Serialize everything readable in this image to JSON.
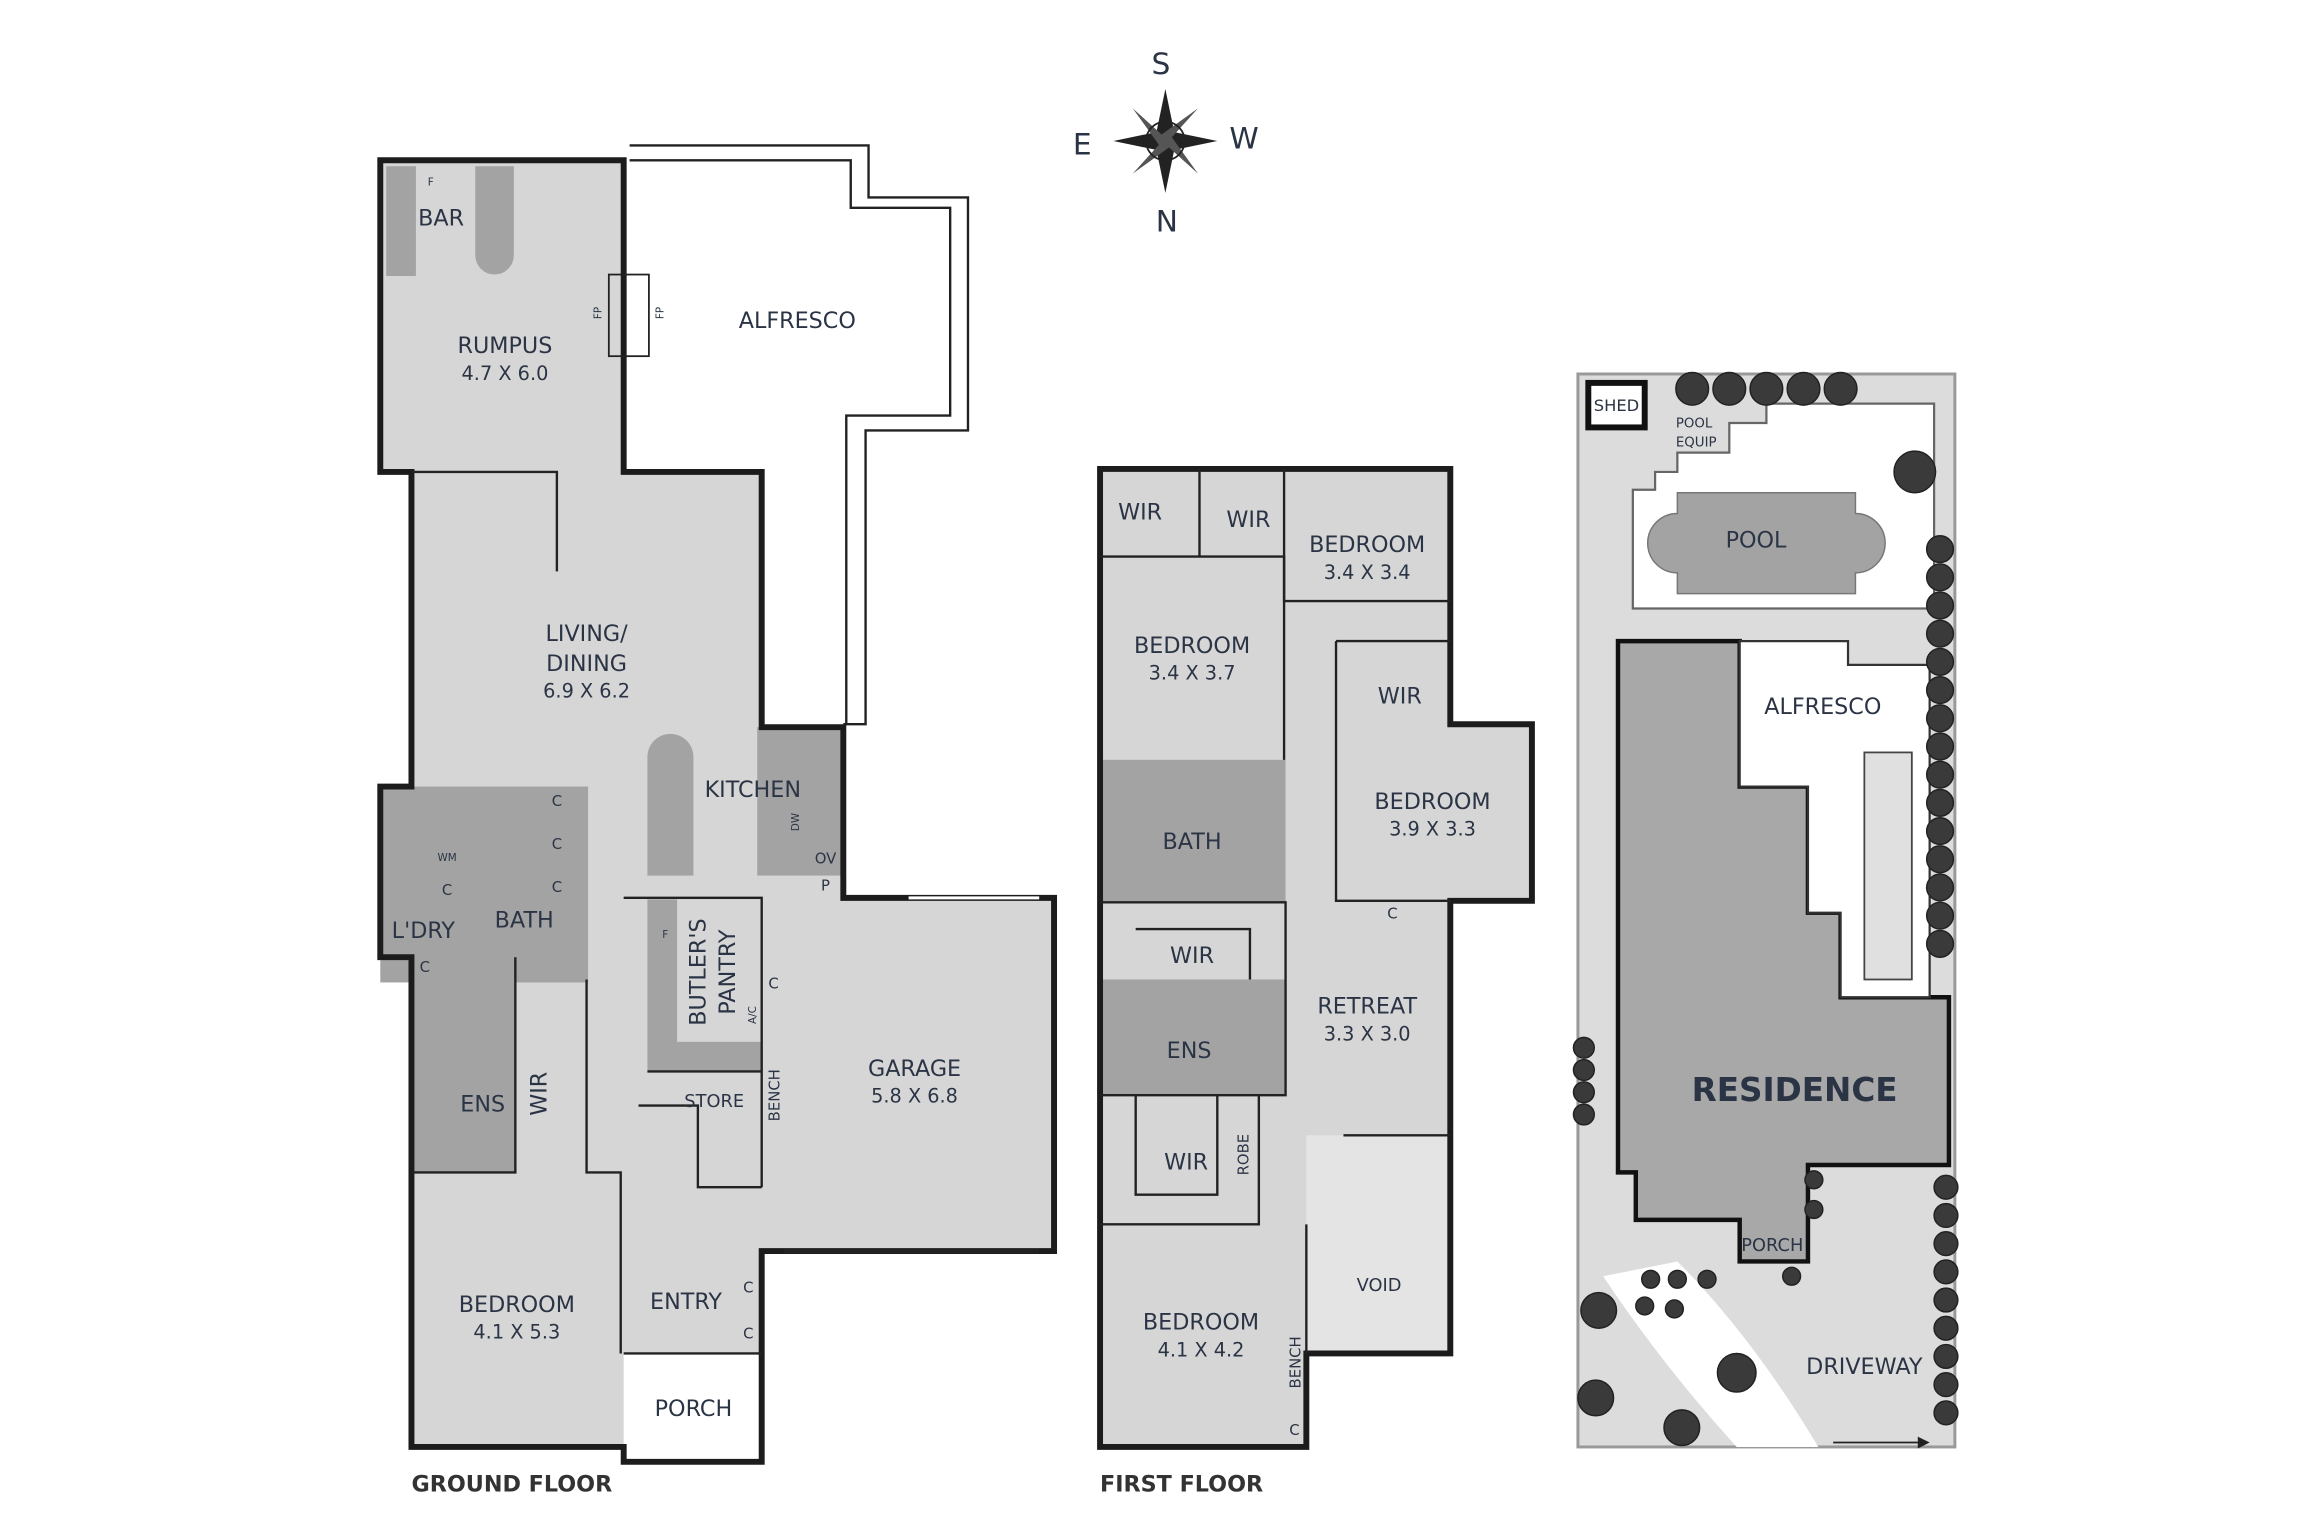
{
  "compass": {
    "north": "N",
    "south": "S",
    "east": "E",
    "west": "W"
  },
  "ground_floor": {
    "title": "GROUND FLOOR",
    "rooms": {
      "bar": {
        "name": "BAR"
      },
      "rumpus": {
        "name": "RUMPUS",
        "size": "4.7 X 6.0"
      },
      "alfresco": {
        "name": "ALFRESCO"
      },
      "living": {
        "name_line1": "LIVING/",
        "name_line2": "DINING",
        "size": "6.9 X 6.2"
      },
      "kitchen": {
        "name": "KITCHEN"
      },
      "laundry": {
        "name": "L'DRY"
      },
      "bath": {
        "name": "BATH"
      },
      "ensuite": {
        "name": "ENS"
      },
      "wir": {
        "name": "WIR"
      },
      "butlers_pantry": {
        "name_line1": "BUTLER'S",
        "name_line2": "PANTRY"
      },
      "store": {
        "name": "STORE"
      },
      "bench": {
        "name": "BENCH"
      },
      "garage": {
        "name": "GARAGE",
        "size": "5.8 X 6.8"
      },
      "bedroom": {
        "name": "BEDROOM",
        "size": "4.1 X 5.3"
      },
      "entry": {
        "name": "ENTRY"
      },
      "porch": {
        "name": "PORCH"
      }
    },
    "fixtures": {
      "fridge": "F",
      "fireplace": "FP",
      "cupboard": "C",
      "washing_machine": "WM",
      "dishwasher": "DW",
      "oven": "OV",
      "pantry": "P",
      "air_con": "A/C"
    }
  },
  "first_floor": {
    "title": "FIRST FLOOR",
    "rooms": {
      "wir1": {
        "name": "WIR"
      },
      "wir2": {
        "name": "WIR"
      },
      "bedroom1": {
        "name": "BEDROOM",
        "size": "3.4 X 3.4"
      },
      "bedroom2": {
        "name": "BEDROOM",
        "size": "3.4 X 3.7"
      },
      "wir3": {
        "name": "WIR"
      },
      "bedroom3": {
        "name": "BEDROOM",
        "size": "3.9 X 3.3"
      },
      "bath": {
        "name": "BATH"
      },
      "wir4": {
        "name": "WIR"
      },
      "ensuite": {
        "name": "ENS"
      },
      "retreat": {
        "name": "RETREAT",
        "size": "3.3 X 3.0"
      },
      "wir5": {
        "name": "WIR"
      },
      "robe": {
        "name": "ROBE"
      },
      "void": {
        "name": "VOID"
      },
      "bedroom4": {
        "name": "BEDROOM",
        "size": "4.1 X 4.2"
      },
      "bench": {
        "name": "BENCH"
      }
    },
    "fixtures": {
      "cupboard": "C"
    }
  },
  "site": {
    "shed": "SHED",
    "pool_equip_line1": "POOL",
    "pool_equip_line2": "EQUIP",
    "pool": "POOL",
    "alfresco": "ALFRESCO",
    "residence": "RESIDENCE",
    "porch": "PORCH",
    "driveway": "DRIVEWAY"
  },
  "colors": {
    "room_fill": "#d6d6d6",
    "wet_area_fill": "#a3a3a3",
    "wall": "#1c1c1c",
    "label": "#2b3445",
    "tree": "#3a3a3a"
  }
}
